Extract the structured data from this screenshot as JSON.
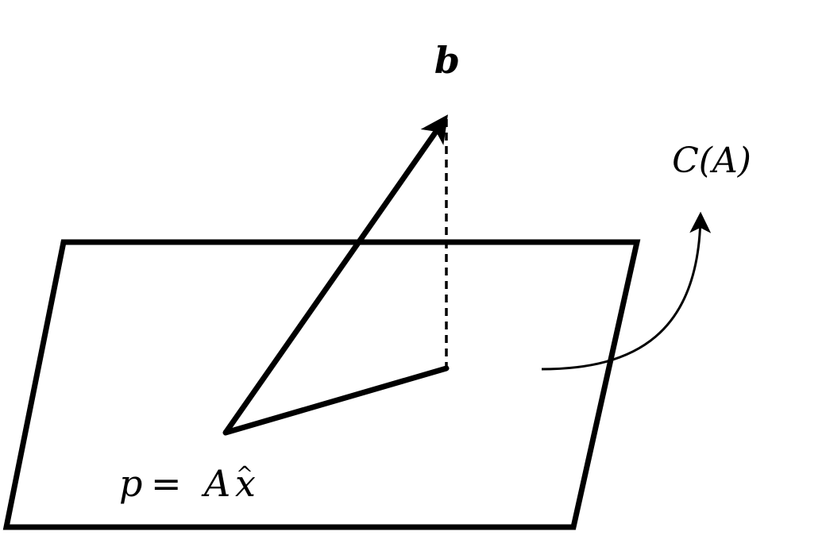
{
  "labels": {
    "b": "b",
    "column_space": "C(A)",
    "p_var": "p",
    "equals": "=",
    "a_var": "A",
    "x_var": "x",
    "hat_mark": "^"
  },
  "colors": {
    "stroke": "#000000",
    "background": "#ffffff"
  }
}
